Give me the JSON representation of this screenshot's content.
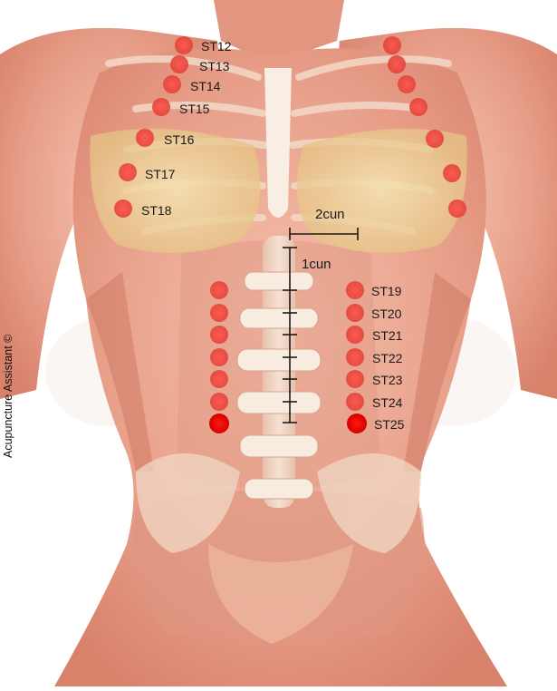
{
  "credit": "Acupuncture Assistant ©",
  "measurements": {
    "horizontal_label": "2cun",
    "vertical_label": "1cun"
  },
  "points": {
    "ST12": "ST12",
    "ST13": "ST13",
    "ST14": "ST14",
    "ST15": "ST15",
    "ST16": "ST16",
    "ST17": "ST17",
    "ST18": "ST18",
    "ST19": "ST19",
    "ST20": "ST20",
    "ST21": "ST21",
    "ST22": "ST22",
    "ST23": "ST23",
    "ST24": "ST24",
    "ST25": "ST25"
  },
  "colors": {
    "point": "#e8483f",
    "point_highlight": "#e50000",
    "skin": "#e9a58f",
    "muscle": "#d9826b",
    "breast_tissue": "#efd49a",
    "bone": "#f1ddc9",
    "background": "#ffffff"
  }
}
